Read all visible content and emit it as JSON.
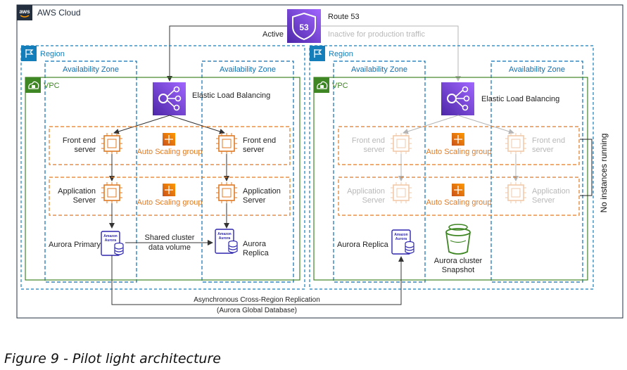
{
  "cloud_label": "AWS Cloud",
  "aws_logo_text": "aws",
  "route53": {
    "title": "Route 53",
    "icon_text": "53",
    "active_label": "Active",
    "inactive_label": "Inactive for production traffic"
  },
  "regions": [
    {
      "region_label": "Region",
      "az_left": "Availability Zone",
      "az_right": "Availability Zone",
      "vpc_label": "VPC",
      "elb_label": "Elastic Load Balancing",
      "asg_web_label": "Auto Scaling group",
      "asg_app_label": "Auto Scaling group",
      "web_left": [
        "Front end",
        "server"
      ],
      "web_right": [
        "Front end",
        "server"
      ],
      "app_left": [
        "Application",
        "Server"
      ],
      "app_right": [
        "Application",
        "Server"
      ],
      "db_primary_label": "Aurora Primary",
      "db_replica_label": [
        "Aurora",
        "Replica"
      ],
      "shared_volume_label": [
        "Shared cluster",
        "data volume"
      ],
      "aurora_icon_text": [
        "Amazon",
        "Aurora"
      ]
    },
    {
      "region_label": "Region",
      "az_left": "Availability Zone",
      "az_right": "Availability Zone",
      "vpc_label": "VPC",
      "elb_label": "Elastic Load Balancing",
      "asg_web_label": "Auto Scaling group",
      "asg_app_label": "Auto Scaling group",
      "web_left": [
        "Front end",
        "server"
      ],
      "web_right": [
        "Front end",
        "server"
      ],
      "app_left": [
        "Application",
        "Server"
      ],
      "app_right": [
        "Application",
        "Server"
      ],
      "db_replica_label": "Aurora Replica",
      "snapshot_label": [
        "Aurora cluster",
        "Snapshot"
      ],
      "no_instances_label": "No instances running",
      "aurora_icon_text": [
        "Amazon",
        "Aurora"
      ]
    }
  ],
  "replication_label": [
    "Asynchronous Cross-Region Replication",
    "(Aurora Global Database)"
  ],
  "caption": "Figure 9 - Pilot light architecture",
  "colors": {
    "purple": "#7b3fe4",
    "orange": "#e07b26",
    "faded_orange": "#f2c9a8",
    "green": "#3f8624",
    "region_blue": "#147eba",
    "az_blue": "#0e6fb0",
    "aurora_navy": "#2e27ad",
    "faded_text": "#b8b8b8"
  }
}
